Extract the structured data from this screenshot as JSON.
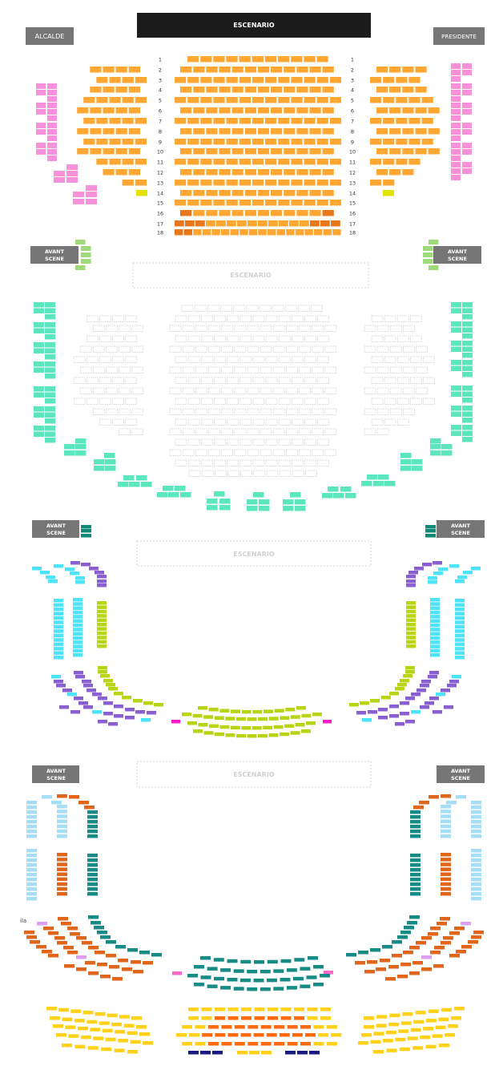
{
  "floors": {
    "platea": {
      "stage_label": "ESCENARIO",
      "box_left": "ALCALDE",
      "box_right": "PRESIDENTE",
      "rows": [
        "1",
        "2",
        "3",
        "4",
        "5",
        "6",
        "7",
        "8",
        "9",
        "10",
        "11",
        "12",
        "13",
        "14",
        "15",
        "16",
        "17",
        "18"
      ]
    },
    "palcos_1": {
      "avant_left": [
        "AVANT",
        "SCENE"
      ],
      "avant_right": [
        "AVANT",
        "SCENE"
      ],
      "stage_label": "ESCENARIO"
    },
    "palcos_2": {
      "avant_left": [
        "AVANT",
        "SCENE"
      ],
      "avant_right": [
        "AVANT",
        "SCENE"
      ],
      "stage_label": "ESCENARIO"
    },
    "anfiteatro": {
      "avant_left": [
        "AVANT",
        "SCENE"
      ],
      "avant_right": [
        "AVANT",
        "SCENE"
      ],
      "stage_label": "ESCENARIO",
      "row_label_fragment": "ila"
    }
  },
  "colors": {
    "stage": "#1c1c1c",
    "box": "#767676",
    "orange": "#FFA733",
    "dark_orange": "#E8761A",
    "pink": "#F792DA",
    "yellow_green": "#E2E200",
    "green": "#9ED97A",
    "teal": "#5CE6BE",
    "cyan": "#4DE3FA",
    "purple": "#8A5FD1",
    "lime": "#B8D414",
    "magenta": "#FF1ACD",
    "dark_teal": "#0E8A76",
    "teal2": "#178C87",
    "light_blue": "#A6DDF7",
    "rust": "#E0661C",
    "gold": "#FFD11A",
    "bright_orange": "#FF6A10",
    "navy": "#1A1A80",
    "lilac": "#DDA0F0",
    "hot_pink": "#FF66CC",
    "ghost": "#cccccc"
  }
}
